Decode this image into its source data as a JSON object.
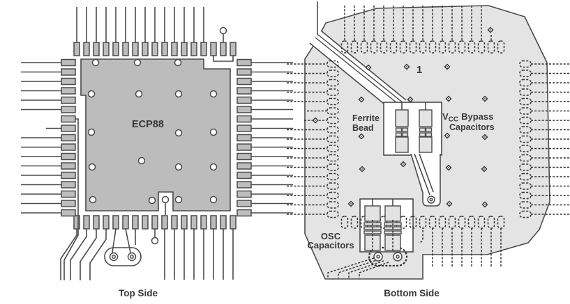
{
  "figure": {
    "left_caption": "Top Side",
    "right_caption": "Bottom Side",
    "chip_label": "ECP88",
    "pin1_label": "1",
    "ferrite": {
      "line1": "Ferrite",
      "line2": "Bead"
    },
    "vcc": {
      "v": "V",
      "sub": "CC",
      "rest": "Bypass",
      "line2": "Capacitors"
    },
    "osc": {
      "line1": "OSC",
      "line2": "Capacitors"
    }
  },
  "colors": {
    "background": "#ffffff",
    "pour_fill": "#bcbcbc",
    "board_fill": "#e4e4e4",
    "pad_fill": "#bdbdbd",
    "component_pad_fill": "#e3e3e3",
    "cutout_fill": "#ffffff",
    "line": "#4a4a4a",
    "dashed": "#2f2f2f",
    "text": "#383838"
  }
}
